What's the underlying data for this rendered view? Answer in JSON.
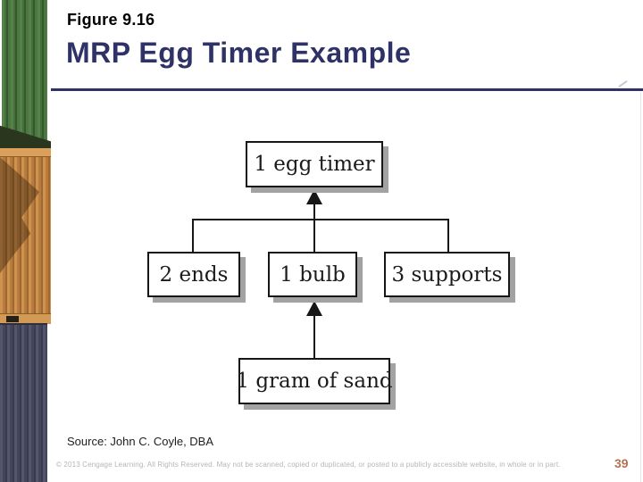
{
  "slide": {
    "header": {
      "figure_label": "Figure 9.16",
      "title": "MRP Egg Timer Example"
    },
    "diagram": {
      "type": "tree",
      "description": "MRP bill-of-materials tree for an egg timer; arrows point from components up to parents",
      "nodes": {
        "root": {
          "label": "1 egg timer"
        },
        "level2": [
          {
            "label": "2 ends"
          },
          {
            "label": "1 bulb"
          },
          {
            "label": "3 supports"
          }
        ],
        "level3": [
          {
            "label": "1 gram of sand",
            "parent": "1 bulb"
          }
        ]
      },
      "edges": [
        {
          "from": "2 ends",
          "to": "1 egg timer"
        },
        {
          "from": "1 bulb",
          "to": "1 egg timer"
        },
        {
          "from": "3 supports",
          "to": "1 egg timer"
        },
        {
          "from": "1 gram of sand",
          "to": "1 bulb"
        }
      ]
    },
    "footer": {
      "source": "Source: John C. Coyle, DBA",
      "copyright": "© 2013 Cengage Learning. All Rights Reserved. May not be scanned, copied or duplicated, or posted to a publicly accessible website, in whole or in part.",
      "page_number": "39"
    },
    "colors": {
      "accent": "#2f3266",
      "page_number": "#b5714e",
      "box_shadow": "#a2a2a2"
    },
    "decorations": {
      "sidebar_image": "stacked-shipping-containers"
    }
  }
}
